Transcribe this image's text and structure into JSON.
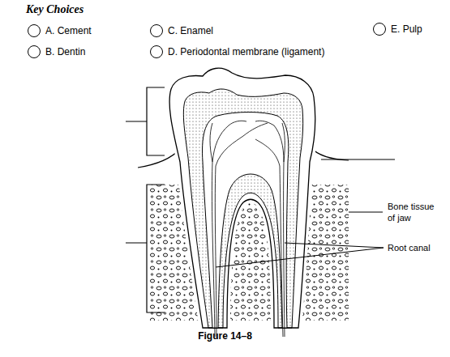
{
  "diagram": {
    "caption": "Figure 14–8",
    "labels": [
      "Key Choices",
      "A. Cement",
      "B. Dentin",
      "C. Enamel",
      "D. Periodontal membrane (ligament)",
      "E. Pulp",
      "Bone tissue of jaw",
      "Root canal"
    ]
  }
}
